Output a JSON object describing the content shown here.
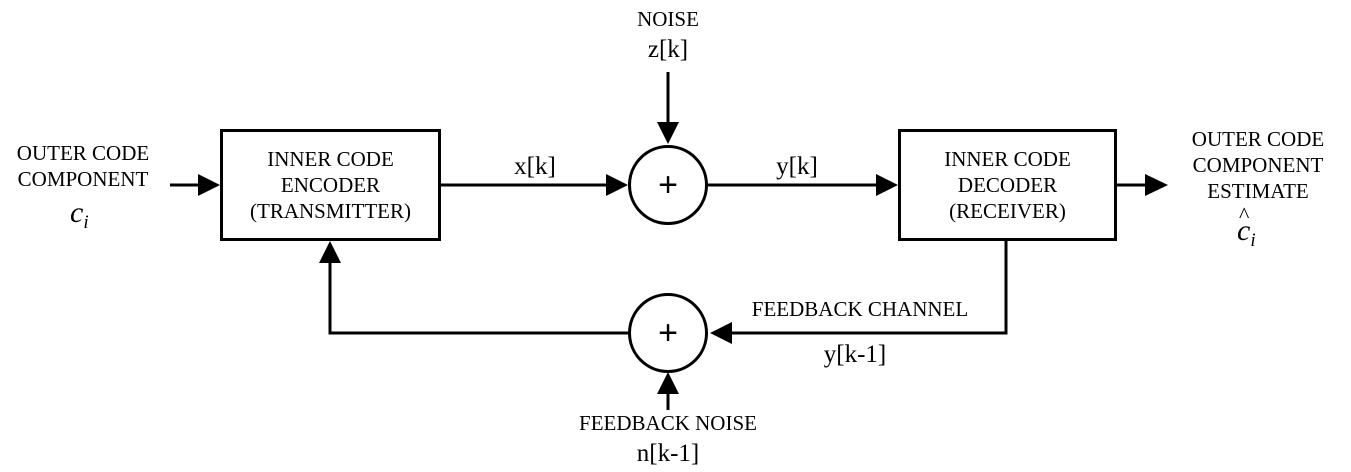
{
  "outer_input": {
    "line1": "OUTER CODE",
    "line2": "COMPONENT",
    "symbol": "c",
    "subscript": "i"
  },
  "encoder": {
    "line1": "INNER CODE",
    "line2": "ENCODER",
    "line3": "(TRANSMITTER)"
  },
  "decoder": {
    "line1": "INNER CODE",
    "line2": "DECODER",
    "line3": "(RECEIVER)"
  },
  "noise": {
    "label": "NOISE",
    "signal": "z[k]"
  },
  "signals": {
    "x": "x[k]",
    "y": "y[k]",
    "y_prev": "y[k-1]"
  },
  "summer_symbol": "+",
  "feedback_channel_label": "FEEDBACK CHANNEL",
  "feedback_noise": {
    "label": "FEEDBACK NOISE",
    "signal": "n[k-1]"
  },
  "outer_output": {
    "line1": "OUTER CODE",
    "line2": "COMPONENT",
    "line3": "ESTIMATE",
    "symbol": "c",
    "hat": "^",
    "subscript": "i"
  }
}
